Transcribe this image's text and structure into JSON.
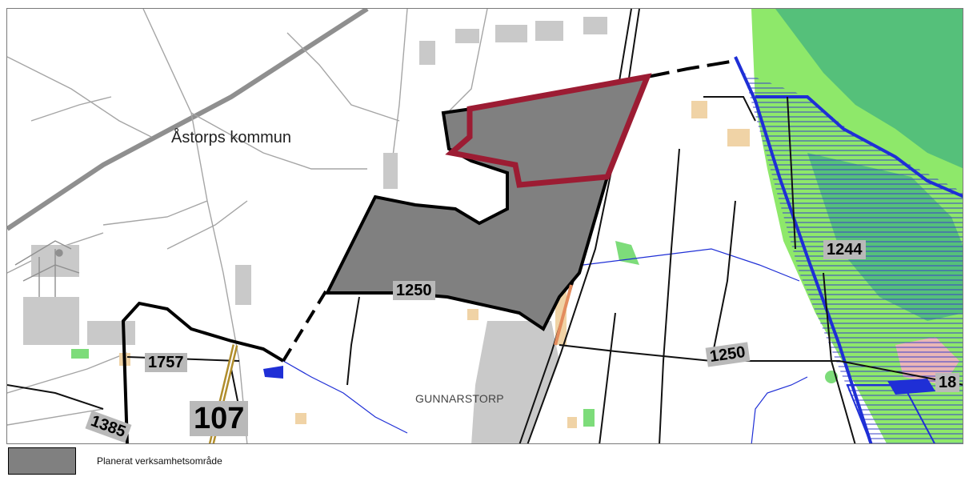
{
  "map": {
    "labels": {
      "municipality": "Åstorps kommun",
      "locality": "GUNNARSTORP"
    },
    "road_numbers": {
      "r1250_upper": "1250",
      "r1250_lower": "1250",
      "r1244": "1244",
      "r1757": "1757",
      "r107": "107",
      "r1385": "1385",
      "r18_partial": "18"
    },
    "colors": {
      "planned_area": "#808080",
      "highlight_outline": "#9c1c33",
      "boundary": "#1f2fd6",
      "forest_light": "#8ee86a",
      "forest_dark": "#55c07a",
      "roads": "#9a9a9a",
      "built_area": "#c9c9c9",
      "farm": "#f0d3a6"
    }
  },
  "legend": {
    "items": [
      {
        "label": "Planerat verksamhetsområde",
        "color": "#808080"
      }
    ]
  }
}
